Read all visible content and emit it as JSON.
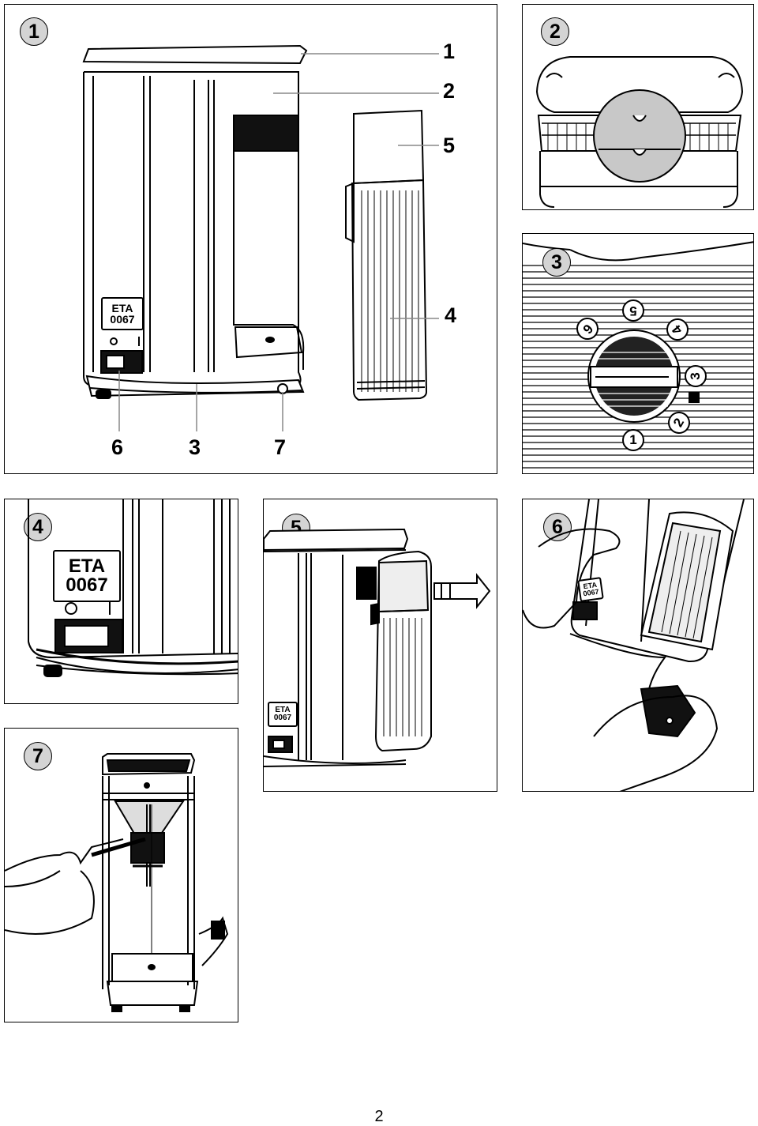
{
  "figures": [
    {
      "number": "1",
      "callouts": [
        "1",
        "2",
        "5",
        "4",
        "6",
        "3",
        "7"
      ]
    },
    {
      "number": "2"
    },
    {
      "number": "3",
      "dial": [
        "1",
        "2",
        "3",
        "4",
        "5",
        "6"
      ]
    },
    {
      "number": "4"
    },
    {
      "number": "5"
    },
    {
      "number": "6"
    },
    {
      "number": "7"
    }
  ],
  "label": {
    "brand": "ETA",
    "model": "0067",
    "switch_off": "O",
    "switch_on": "I"
  },
  "page_number": "2",
  "colors": {
    "line": "#000000",
    "badge": "#d4d4d4",
    "highlight": "#c8c8c8"
  }
}
